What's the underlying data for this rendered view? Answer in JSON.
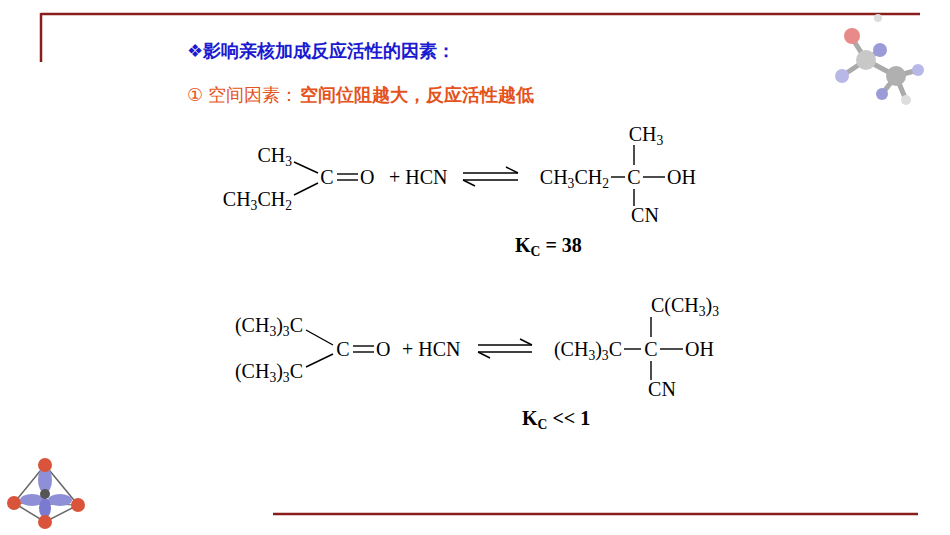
{
  "diagram": {
    "title": "❖影响亲核加成反应活性的因素：",
    "labels": [
      "① 空间因素：",
      "空间位阻越大，反应活性越低",
      "CH3",
      "CH3CH2",
      "C",
      "O",
      "+ HCN",
      "CH3CH2",
      "C",
      "OH",
      "CH3",
      "CN",
      "KC = 38",
      "(CH3)3C",
      "(CH3)3C",
      "C",
      "O",
      "+ HCN",
      "(CH3)3C",
      "C",
      "OH",
      "C(CH3)3",
      "CN",
      "KC << 1"
    ]
  }
}
